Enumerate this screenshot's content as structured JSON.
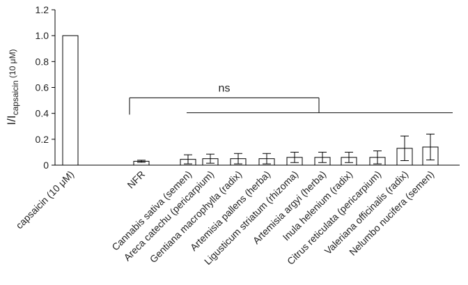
{
  "chart_data": {
    "type": "bar",
    "ylabel_main": "I/I",
    "ylabel_sub": "capsaicin",
    "ylabel_tail": " (10 μM)",
    "ylim": [
      0,
      1.2
    ],
    "yticks": [
      "0",
      "0.2",
      "0.4",
      "0.6",
      "0.8",
      "1.0",
      "1.2"
    ],
    "categories": [
      "capsaicin (10 μM)",
      "NFR",
      "Cannabis sativa (semen)",
      "Areca catechu (pericarpium)",
      "Gentiana macrophylla (radix)",
      "Artemisia pallens (herba)",
      "Ligusticum striatum (rhizoma)",
      "Artemisia argyi (herba)",
      "Inula helenium (radix)",
      "Citrus reticulata (pericarpium)",
      "Valeriana officinalis (radix)",
      "Nelumbo nucifera (semen)"
    ],
    "values": [
      1.0,
      0.03,
      0.045,
      0.05,
      0.05,
      0.05,
      0.06,
      0.06,
      0.06,
      0.06,
      0.13,
      0.14
    ],
    "errors": [
      0,
      0.008,
      0.035,
      0.035,
      0.04,
      0.04,
      0.04,
      0.04,
      0.04,
      0.05,
      0.095,
      0.1
    ],
    "annotation": "ns",
    "grid": false,
    "bar_fill": "#ffffff",
    "bar_stroke": "#000000"
  }
}
